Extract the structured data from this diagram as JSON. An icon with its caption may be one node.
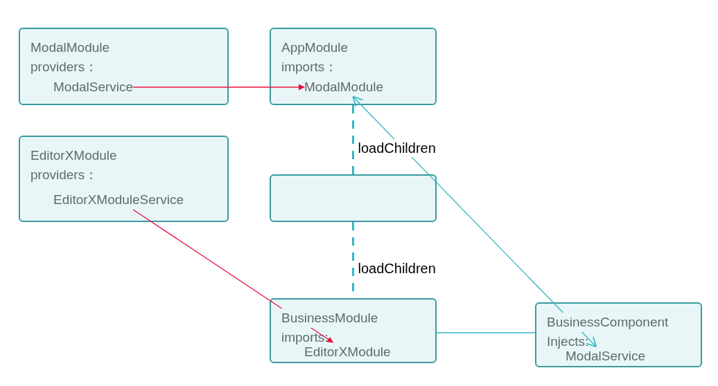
{
  "diagram": {
    "nodes": [
      {
        "text": [
          "ModalModule",
          "providers："
        ]
      },
      {
        "text": [
          "ModalService"
        ],
        "in": 0
      },
      {
        "text": [
          "AppModule",
          "imports："
        ]
      },
      {
        "text": [
          "ModalModule"
        ],
        "in": 2
      },
      {
        "text": [
          "EditorXModule",
          "providers："
        ]
      },
      {
        "text": [
          "EditorXModuleService"
        ],
        "in": 4
      },
      {
        "text": [],
        "shape": "box"
      },
      {
        "text": [
          "BusinessModule",
          "imports:"
        ]
      },
      {
        "text": [
          "EditorXModule"
        ],
        "in": 7
      },
      {
        "text": [
          "BusinessComponent",
          "Injects:"
        ]
      },
      {
        "text": [
          "ModalService"
        ],
        "in": 9
      }
    ],
    "edges": [
      {
        "from": 1,
        "to": 3,
        "arrow": "to",
        "color": "#e8103a"
      },
      {
        "from": 5,
        "to": 8,
        "arrow": "to",
        "color": "#e8103a"
      },
      {
        "from": 3,
        "to": 10,
        "arrow": "both"
      },
      {
        "from": 2,
        "to": 6,
        "arrow": "none",
        "style": "dashed",
        "label": "loadChildren"
      },
      {
        "from": 6,
        "to": 7,
        "arrow": "none",
        "style": "dashed",
        "label": "loadChildren"
      },
      {
        "from": 7,
        "to": 9,
        "arrow": "none"
      }
    ]
  }
}
